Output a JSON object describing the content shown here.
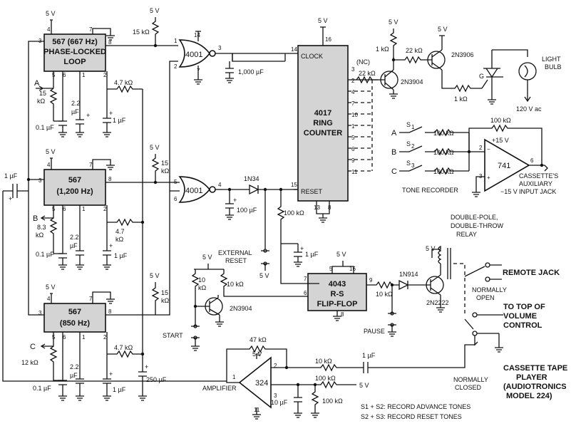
{
  "supply": "5 V",
  "pll1": {
    "title": "567 (667 Hz)",
    "sub1": "PHASE-LOCKED",
    "sub2": "LOOP"
  },
  "pll2": {
    "title": "567",
    "sub1": "(1,200 Hz)"
  },
  "pll3": {
    "title": "567",
    "sub1": "(850 Hz)"
  },
  "r15k": "15 kΩ",
  "r15k_a": "15",
  "r15k_b": "kΩ",
  "r15": "15",
  "kohm": "kΩ",
  "r47k": "4.7 kΩ",
  "r47a": "4.7",
  "r83a": "8.3",
  "r12k": "12 kΩ",
  "r1k": "1 kΩ",
  "r22k": "22 kΩ",
  "r10": "10",
  "r10k": "10 kΩ",
  "r100k": "100 kΩ",
  "r47k2": "47 kΩ",
  "c01": "0.1 µF",
  "c22": "2.2",
  "c22b": "µF",
  "c1u": "1 µF",
  "c1000": "1,000 µF",
  "c100u": "100 µF",
  "c250": "250 µF",
  "c10u": "10 µF",
  "labA": "A",
  "labB": "B",
  "labC": "C",
  "gate": "4001",
  "counter": {
    "n": "4017",
    "l1": "RING",
    "l2": "COUNTER",
    "clock": "CLOCK",
    "reset": "RESET",
    "nc": "(NC)"
  },
  "d1": "1N34",
  "d2": "1N914",
  "q1": "2N3904",
  "q2": "2N3906",
  "q3": "2N3904",
  "q4": "2N2222",
  "ff": {
    "n": "4043",
    "l1": "R-S",
    "l2": "FLIP-FLOP"
  },
  "ext1": "EXTERNAL",
  "ext2": "RESET",
  "start": "START",
  "pause": "PAUSE",
  "lamp1": "LIGHT",
  "lamp2": "BULB",
  "vac": "120 V ac",
  "g": "G",
  "s1": "S",
  "s1n": "1",
  "s2n": "2",
  "s3n": "3",
  "opamp": "741",
  "p15": "+15 V",
  "m15": "−15 V",
  "tone": "TONE RECORDER",
  "aux1": "CASSETTE'S",
  "aux2": "AUXILIARY",
  "aux3": "INPUT JACK",
  "relay1": "DOUBLE-POLE,",
  "relay2": "DOUBLE-THROW",
  "relay3": "RELAY",
  "remote": "REMOTE JACK",
  "no1": "NORMALLY",
  "no2": "OPEN",
  "vol1": "TO TOP OF",
  "vol2": "VOLUME",
  "vol3": "CONTROL",
  "nc1": "NORMALLY",
  "nc2": "CLOSED",
  "amp": "AMPLIFIER",
  "ampic": "324",
  "cas1": "CASSETTE TAPE",
  "cas2": "PLAYER",
  "cas3": "(AUDIOTRONICS",
  "cas4": "MODEL 224)",
  "note1": "S1 + S2: RECORD ADVANCE TONES",
  "note2": "S2 + S3: RECORD RESET TONES"
}
